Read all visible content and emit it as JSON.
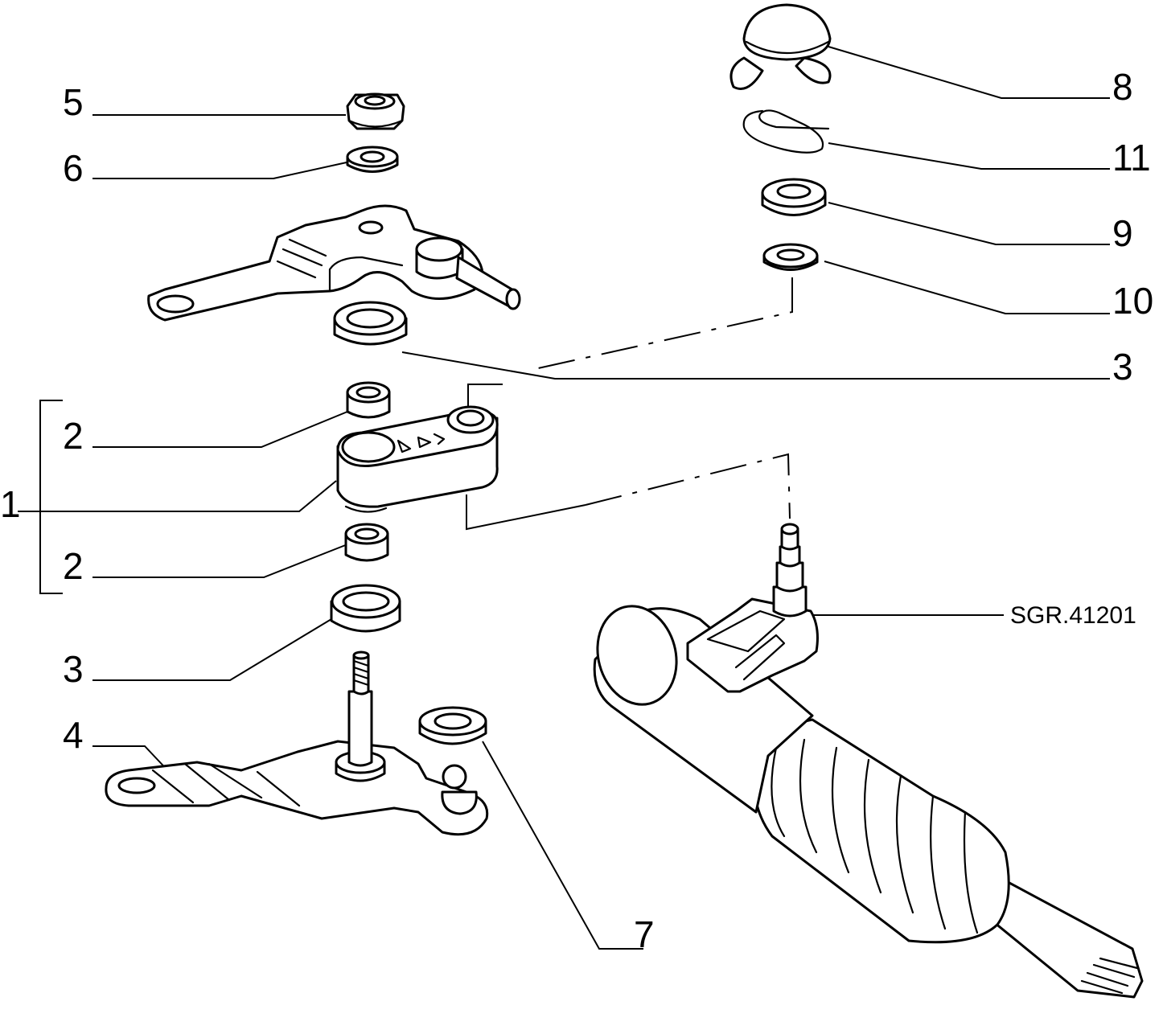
{
  "diagram": {
    "reference_code": "SGR.41201",
    "callouts": {
      "c1": "1",
      "c2a": "2",
      "c2b": "2",
      "c3a": "3",
      "c3b": "3",
      "c4": "4",
      "c5": "5",
      "c6": "6",
      "c7": "7",
      "c8": "8",
      "c9": "9",
      "c10": "10",
      "c11": "11"
    }
  }
}
